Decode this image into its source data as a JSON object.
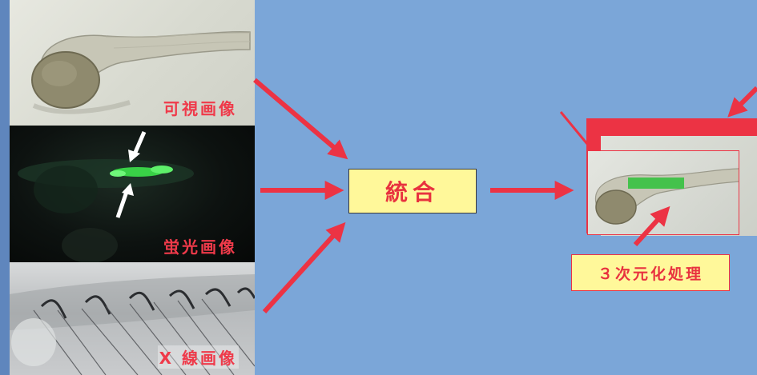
{
  "panels": {
    "visible_label": "可視画像",
    "fluorescence_label": "蛍光画像",
    "xray_label": "X 線画像"
  },
  "merge_label": "統合",
  "process_label": "３次元化処理",
  "colors": {
    "background": "#7ba6d8",
    "arrow": "#ec3344",
    "box_fill": "#fff89a",
    "text_red": "#e8323f",
    "fluorescence_green": "#44c24c"
  }
}
